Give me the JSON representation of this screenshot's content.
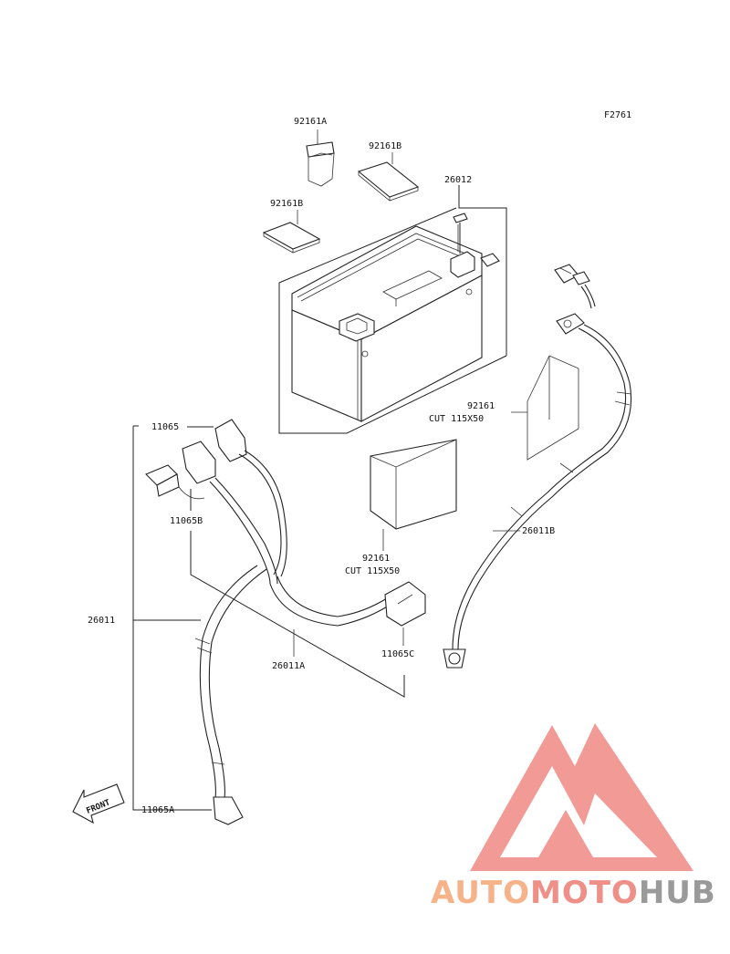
{
  "figure_code": "F2761",
  "labels": {
    "p92161A_top": "92161A",
    "p92161B_right": "92161B",
    "p92161B_left": "92161B",
    "p26012": "26012",
    "p92161_right": "92161",
    "p92161_right_cut": "CUT 115X50",
    "p11065": "11065",
    "p11065B": "11065B",
    "p92161_center": "92161",
    "p92161_center_cut": "CUT 115X50",
    "p26011B": "26011B",
    "p26011": "26011",
    "p26011A": "26011A",
    "p11065C": "11065C",
    "p11065A": "11065A"
  },
  "front_arrow_text": "FRONT",
  "watermark": {
    "part1": "AUTO",
    "part2": "MOTO",
    "part3": "HUB",
    "colors": {
      "auto": "#F6B38A",
      "moto": "#EE9088",
      "hub": "#9A9A9A",
      "triangle": "#F08A84"
    }
  }
}
